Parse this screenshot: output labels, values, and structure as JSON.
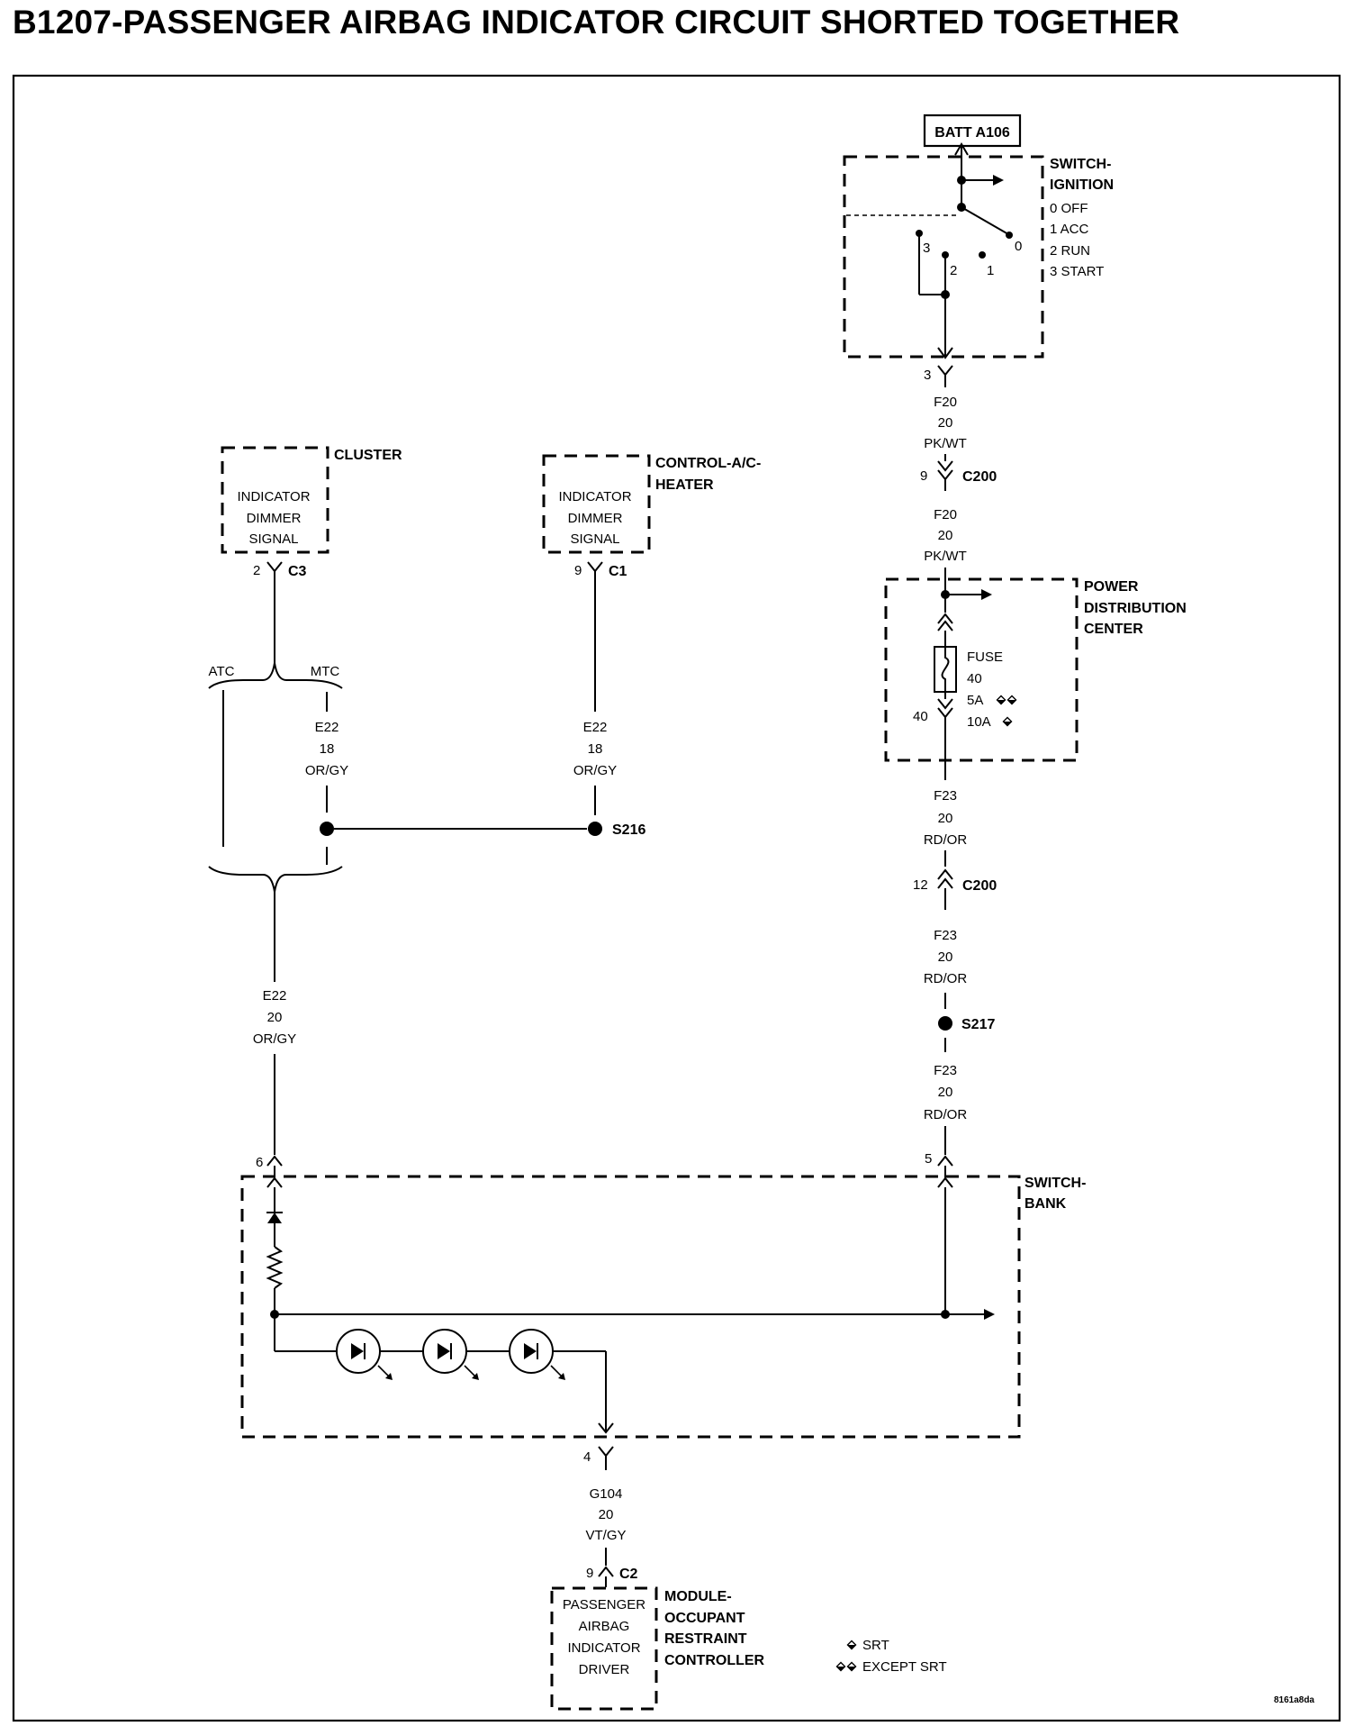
{
  "title": "B1207-PASSENGER AIRBAG INDICATOR CIRCUIT SHORTED TOGETHER",
  "batt": "BATT A106",
  "ignition": {
    "name": [
      "SWITCH-",
      "IGNITION"
    ],
    "positions": [
      "0 OFF",
      "1 ACC",
      "2 RUN",
      "3 START"
    ],
    "contacts": [
      "3",
      "2",
      "1",
      "0"
    ]
  },
  "ign_connector": {
    "pin": "3"
  },
  "f20_wire": [
    "F20",
    "20",
    "PK/WT"
  ],
  "c200_upper": {
    "pin": "9",
    "name": "C200"
  },
  "pdc": {
    "name": [
      "POWER",
      "DISTRIBUTION",
      "CENTER"
    ],
    "fuse": [
      "FUSE",
      "40",
      "5A",
      "10A"
    ],
    "pin": "40"
  },
  "f23_wire": [
    "F23",
    "20",
    "RD/OR"
  ],
  "c200_lower": {
    "pin": "12",
    "name": "C200"
  },
  "s217": "S217",
  "cluster": {
    "name": "CLUSTER",
    "text": [
      "INDICATOR",
      "DIMMER",
      "SIGNAL"
    ],
    "pin": "2",
    "connector": "C3"
  },
  "control": {
    "name": [
      "CONTROL-A/C-",
      "HEATER"
    ],
    "text": [
      "INDICATOR",
      "DIMMER",
      "SIGNAL"
    ],
    "pin": "9",
    "connector": "C1"
  },
  "variants": {
    "atc": "ATC",
    "mtc": "MTC"
  },
  "e22_18": [
    "E22",
    "18",
    "OR/GY"
  ],
  "s216": "S216",
  "e22_20": [
    "E22",
    "20",
    "OR/GY"
  ],
  "switch_bank": {
    "name": [
      "SWITCH-",
      "BANK"
    ],
    "pin_left": "6",
    "pin_right": "5",
    "pin_bottom": "4"
  },
  "g104_wire": [
    "G104",
    "20",
    "VT/GY"
  ],
  "orc": {
    "pin": "9",
    "connector": "C2",
    "name": [
      "MODULE-",
      "OCCUPANT",
      "RESTRAINT",
      "CONTROLLER"
    ],
    "text": [
      "PASSENGER",
      "AIRBAG",
      "INDICATOR",
      "DRIVER"
    ]
  },
  "legend": {
    "srt": "SRT",
    "except_srt": "EXCEPT SRT"
  },
  "figure_id": "8161a8da"
}
